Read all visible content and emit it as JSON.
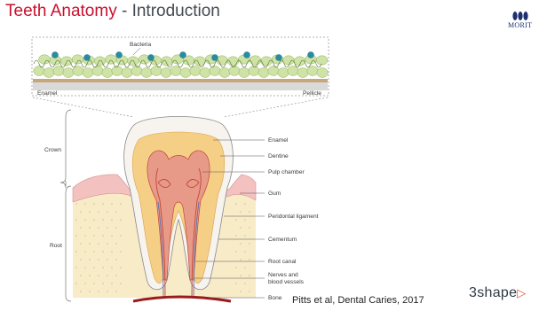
{
  "slide": {
    "title_part1": "Teeth Anatomy",
    "title_part2": " - Introduction",
    "citation": "Pitts et al, Dental Caries, 2017"
  },
  "logos": {
    "morita_text": "MORIT",
    "shape3_text": "3shape",
    "shape3_mark": "▷"
  },
  "diagram": {
    "inset": {
      "bacteria_label": "Bacteria",
      "enamel_label": "Enamel",
      "pellicle_label": "Pellicle"
    },
    "brackets": {
      "crown": "Crown",
      "root": "Root"
    },
    "labels": [
      "Enamel",
      "Dentine",
      "Pulp chamber",
      "Gum",
      "Peridontal ligament",
      "Cementum",
      "Root canal",
      "Nerves and",
      "blood vessels",
      "Bone"
    ]
  },
  "colors": {
    "title_red": "#c8102e",
    "bacteria_green": "#cfe3a6",
    "bacteria_teal": "#2a8aa0",
    "enamel": "#f7f3ee",
    "dentine": "#f6cf86",
    "pulp": "#e89a88",
    "gum": "#f3c2c0",
    "bone": "#f7ebc8"
  }
}
